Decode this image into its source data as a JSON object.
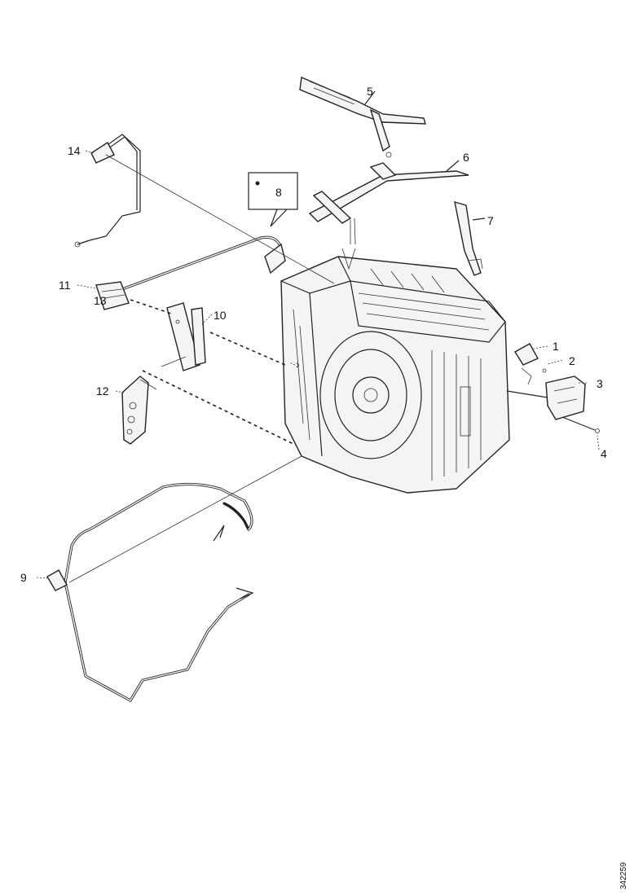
{
  "callouts": {
    "c1": "1",
    "c2": "2",
    "c3": "3",
    "c4": "4",
    "c5": "5",
    "c6": "6",
    "c7": "7",
    "c8": "8",
    "c9": "9",
    "c10": "10",
    "c11": "11",
    "c12": "12",
    "c13": "13",
    "c14": "14"
  },
  "drawing_code": "342259"
}
